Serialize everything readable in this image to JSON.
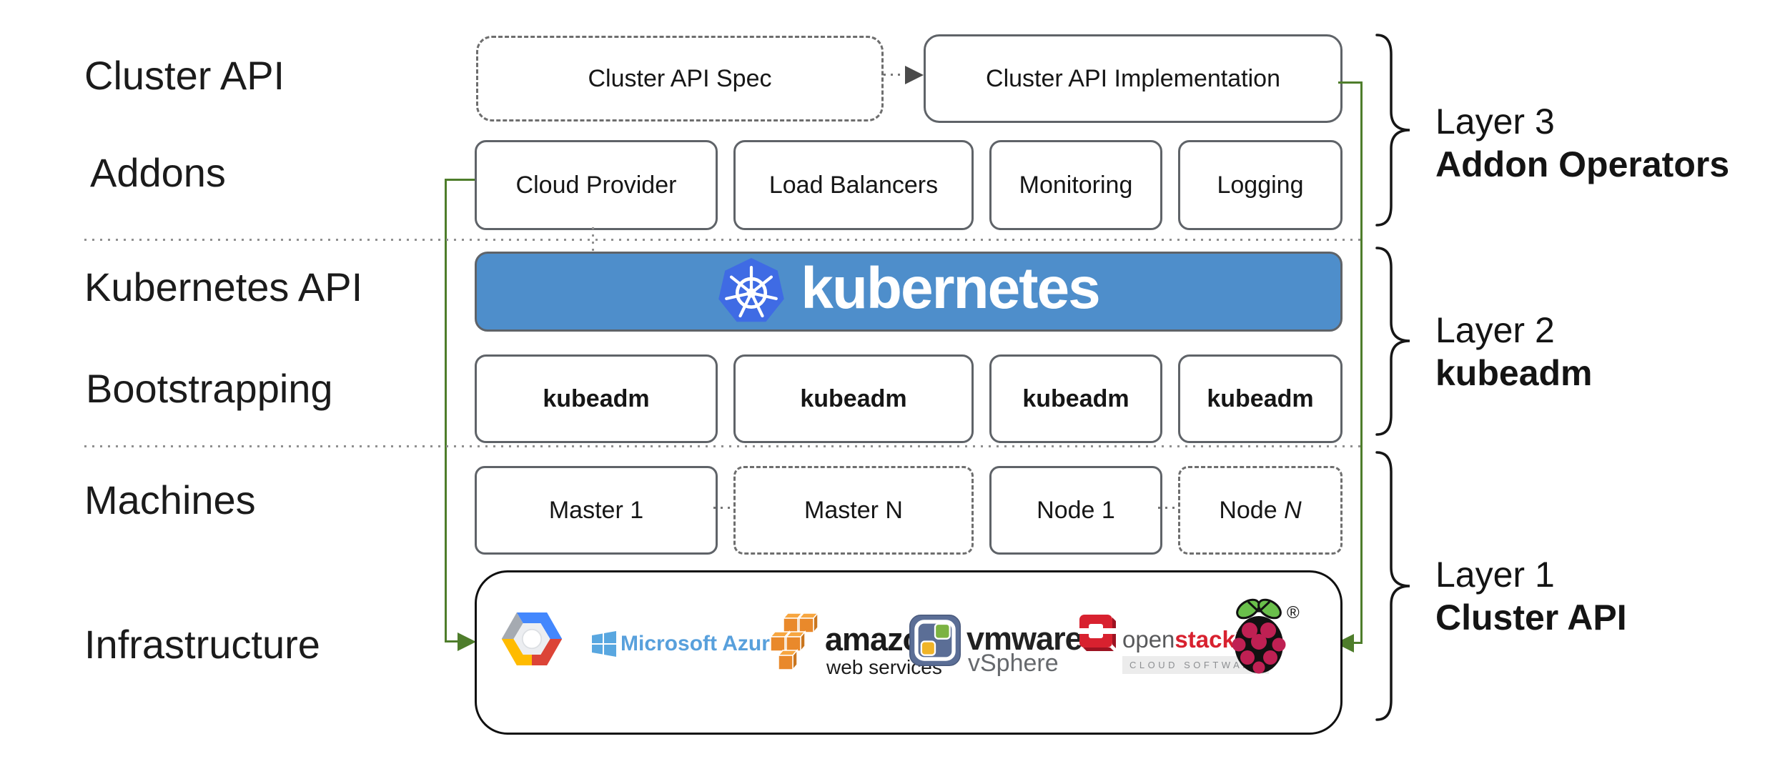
{
  "colors": {
    "green": "#4e7d2b",
    "banner_blue": "#4e8ecb",
    "k8s_blue": "#3f6be4",
    "border_gray": "#5f6368",
    "azure_blue": "#59a7e0",
    "aws_orange": "#e9892b",
    "vmware_slate": "#5b6e96",
    "openstack_red": "#d8212f",
    "raspberry_red": "#bf2053",
    "leaf_green": "#6abf4b",
    "gcp_blue": "#4387fd",
    "gcp_red": "#dc4437",
    "gcp_yellow": "#ffbb00"
  },
  "row_labels": [
    "Cluster API",
    "Addons",
    "Kubernetes API",
    "Bootstrapping",
    "Machines",
    "Infrastructure"
  ],
  "cluster_api": {
    "spec": "Cluster API Spec",
    "implementation": "Cluster API Implementation"
  },
  "addons": [
    "Cloud Provider",
    "Load Balancers",
    "Monitoring",
    "Logging"
  ],
  "kubernetes": {
    "wordmark": "kubernetes"
  },
  "bootstrapping": [
    "kubeadm",
    "kubeadm",
    "kubeadm",
    "kubeadm"
  ],
  "machines": [
    {
      "label": "Master 1"
    },
    {
      "label": "Master N"
    },
    {
      "label": "Node 1"
    },
    {
      "label": "Node",
      "suffix": "N"
    }
  ],
  "infrastructure": {
    "azure_text": "Microsoft Azure",
    "aws_text": "amazon",
    "aws_subtext": "web services",
    "vmware_text": "vmware",
    "vmware_reg": "®",
    "vmware_subtext": "vSphere",
    "openstack_open": "open",
    "openstack_stack": "stack",
    "openstack_tm": "™",
    "openstack_subtext": "CLOUD SOFTWARE",
    "raspberry_reg": "®"
  },
  "layers": [
    {
      "line1": "Layer 3",
      "line2": "Addon Operators"
    },
    {
      "line1": "Layer 2",
      "line2": "kubeadm"
    },
    {
      "line1": "Layer 1",
      "line2": "Cluster API"
    }
  ]
}
